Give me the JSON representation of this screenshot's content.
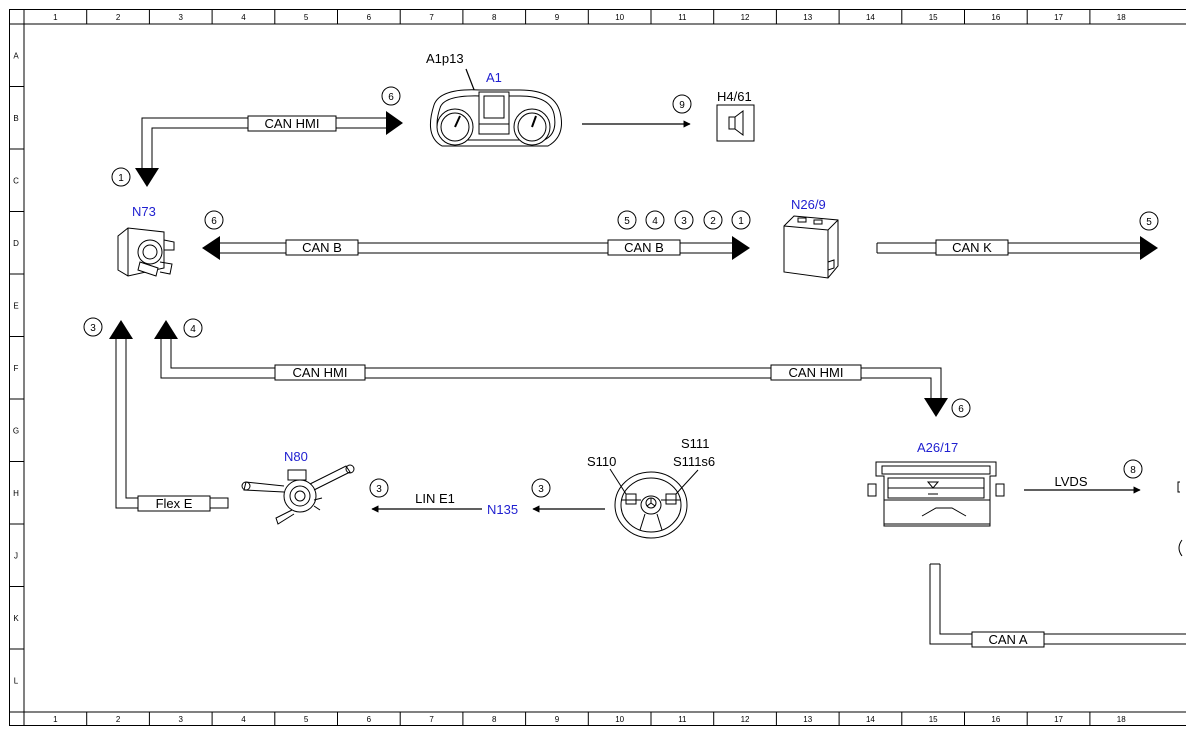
{
  "frame": {
    "columns": [
      "1",
      "2",
      "3",
      "4",
      "5",
      "6",
      "7",
      "8",
      "9",
      "10",
      "11",
      "12",
      "13",
      "14",
      "15",
      "16",
      "17",
      "18"
    ],
    "rows": [
      "A",
      "B",
      "C",
      "D",
      "E",
      "F",
      "G",
      "H",
      "J",
      "K",
      "L"
    ]
  },
  "components": {
    "a1": "A1",
    "a1p13": "A1p13",
    "h4_61": "H4/61",
    "n73": "N73",
    "n26_9": "N26/9",
    "n80": "N80",
    "n135": "N135",
    "s110": "S110",
    "s111": "S111",
    "s111s6": "S111s6",
    "a26_17": "A26/17"
  },
  "buses": {
    "can_hmi_top": "CAN HMI",
    "can_b_left": "CAN B",
    "can_b_right": "CAN B",
    "can_k": "CAN K",
    "can_hmi_mid_left": "CAN HMI",
    "can_hmi_mid_right": "CAN HMI",
    "flex_e": "Flex E",
    "lin_e1": "LIN E1",
    "lvds": "LVDS",
    "can_a": "CAN A"
  },
  "markers": {
    "m_b6": "6",
    "m_b9": "9",
    "m_c1": "1",
    "m_d6": "6",
    "m_d5": "5",
    "m_d4": "4",
    "m_d3": "3",
    "m_d2": "2",
    "m_d1": "1",
    "m_d5r": "5",
    "m_e3": "3",
    "m_e4": "4",
    "m_g6": "6",
    "m_h3a": "3",
    "m_h3b": "3",
    "m_h8": "8"
  }
}
